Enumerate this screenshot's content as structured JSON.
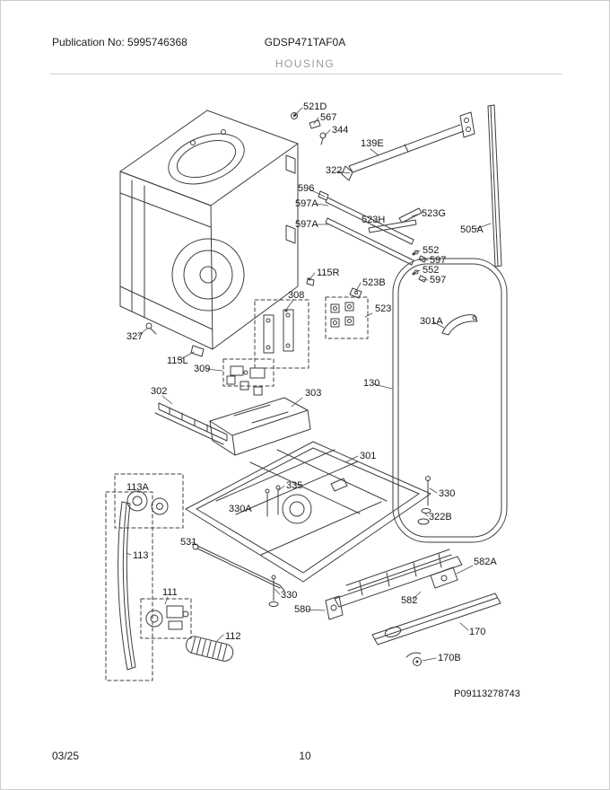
{
  "header": {
    "publication": "Publication No: 5995746368",
    "model": "GDSP471TAF0A",
    "section": "HOUSING"
  },
  "footer": {
    "date": "03/25",
    "page": "10"
  },
  "diagram": {
    "drawing_number": "P09113278743",
    "labels": [
      "521D",
      "567",
      "344",
      "139E",
      "322",
      "596",
      "597A",
      "523H",
      "523G",
      "597A",
      "505A",
      "552",
      "597",
      "552",
      "597",
      "115R",
      "523B",
      "308",
      "523",
      "301A",
      "327",
      "115L",
      "309",
      "302",
      "303",
      "130",
      "301",
      "113A",
      "335",
      "330",
      "330A",
      "322B",
      "113",
      "531",
      "582A",
      "111",
      "330",
      "582",
      "580",
      "112",
      "170",
      "170B"
    ]
  },
  "colors": {
    "line": "#3d3d3d",
    "label": "#161616",
    "section_title": "#9b9b9b",
    "rule": "#cfcfcf"
  }
}
